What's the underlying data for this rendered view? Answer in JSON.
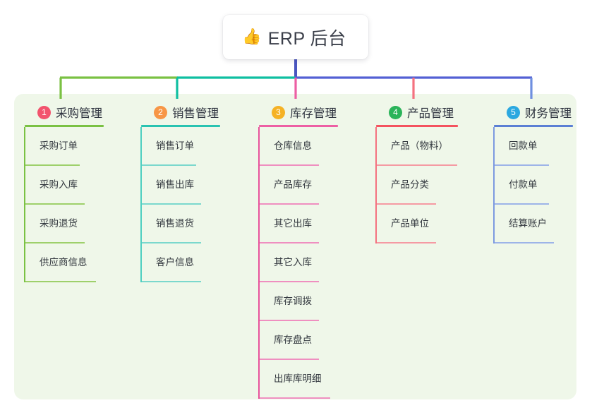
{
  "root": {
    "icon": "thumbs-up-icon",
    "emoji": "👍",
    "title": "ERP 后台"
  },
  "panel": {
    "background": "#eff7e9"
  },
  "connector": {
    "trunk_color": "#4a56c0",
    "segments": [
      {
        "color": "#7ac143"
      },
      {
        "color": "#0fbfa1"
      },
      {
        "color": "#5360d4"
      }
    ]
  },
  "columns": [
    {
      "number": "1",
      "title": "采购管理",
      "badge_color": "#f2536d",
      "line_color": "#7ac143",
      "items": [
        {
          "label": "采购订单"
        },
        {
          "label": "采购入库"
        },
        {
          "label": "采购退货"
        },
        {
          "label": "供应商信息"
        }
      ]
    },
    {
      "number": "2",
      "title": "销售管理",
      "badge_color": "#f79646",
      "line_color": "#29c3b1",
      "items": [
        {
          "label": "销售订单"
        },
        {
          "label": "销售出库"
        },
        {
          "label": "销售退货"
        },
        {
          "label": "客户信息"
        }
      ]
    },
    {
      "number": "3",
      "title": "库存管理",
      "badge_color": "#f5b225",
      "line_color": "#ed5fa4",
      "items": [
        {
          "label": "仓库信息"
        },
        {
          "label": "产品库存"
        },
        {
          "label": "其它出库"
        },
        {
          "label": "其它入库"
        },
        {
          "label": "库存调拨"
        },
        {
          "label": "库存盘点"
        },
        {
          "label": "出库库明细"
        }
      ]
    },
    {
      "number": "4",
      "title": "产品管理",
      "badge_color": "#2bb45a",
      "line_color": "#f4717f",
      "items": [
        {
          "label": "产品（物料）"
        },
        {
          "label": "产品分类"
        },
        {
          "label": "产品单位"
        }
      ]
    },
    {
      "number": "5",
      "title": "财务管理",
      "badge_color": "#2ba8e0",
      "line_color": "#6f8fe0",
      "items": [
        {
          "label": "回款单"
        },
        {
          "label": "付款单"
        },
        {
          "label": "结算账户"
        }
      ]
    }
  ]
}
